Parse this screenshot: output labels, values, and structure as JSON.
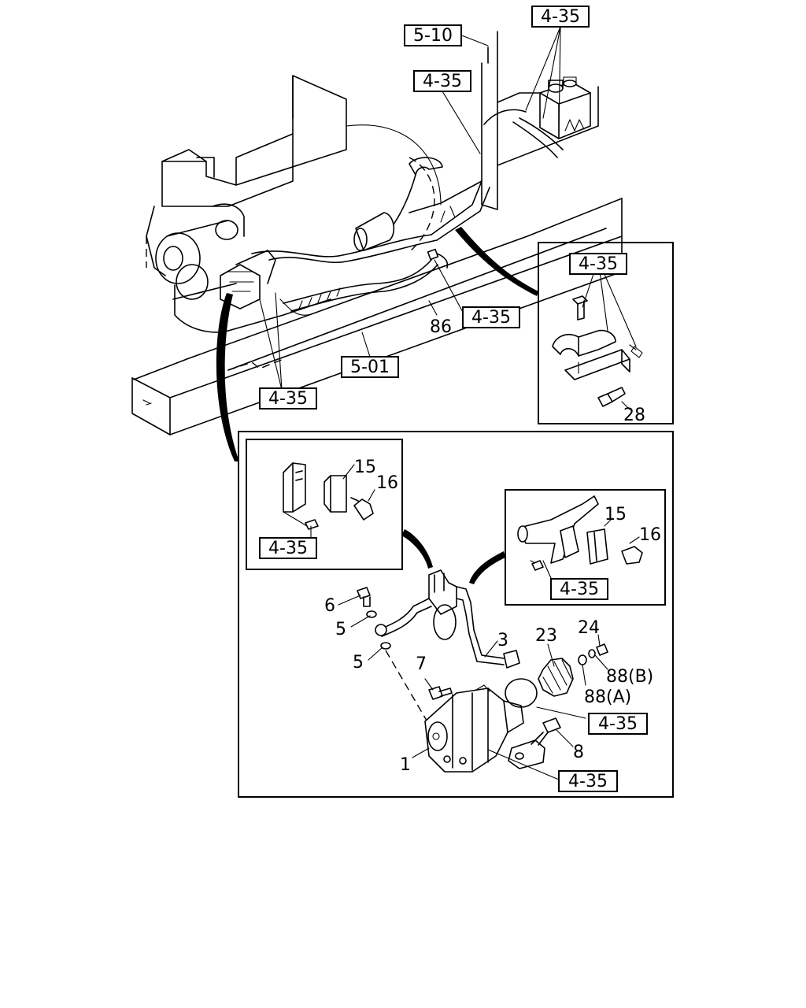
{
  "references": {
    "r_5_10": "5-10",
    "r_4_35_top": "4-35",
    "r_4_35_upper": "4-35",
    "r_4_35_mid": "4-35",
    "r_5_01": "5-01",
    "r_4_35_left": "4-35",
    "r_4_35_inset_tr": "4-35",
    "r_4_35_inset_l": "4-35",
    "r_4_35_inset_r": "4-35",
    "r_4_35_ring": "4-35",
    "r_4_35_bottom": "4-35"
  },
  "labels": {
    "p86": "86",
    "p28": "28",
    "p15a": "15",
    "p16a": "16",
    "p15b": "15",
    "p16b": "16",
    "p6": "6",
    "p5a": "5",
    "p5b": "5",
    "p3": "3",
    "p7": "7",
    "p23": "23",
    "p24": "24",
    "p88b": "88(B)",
    "p88a": "88(A)",
    "p1": "1",
    "p8": "8"
  }
}
